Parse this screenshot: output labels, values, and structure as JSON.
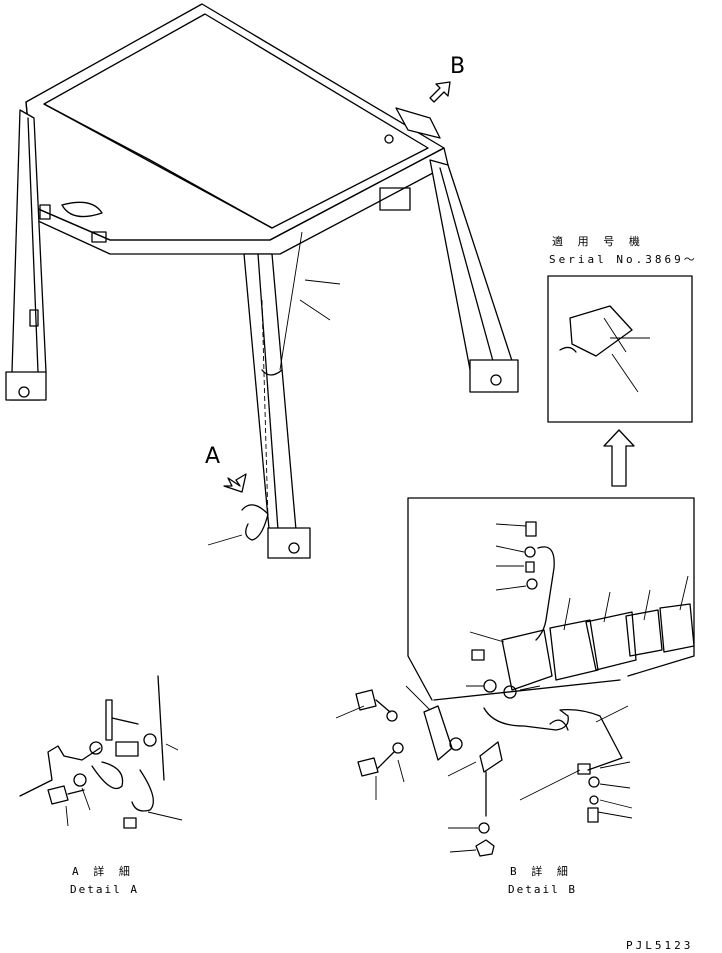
{
  "callouts": {
    "a": "A",
    "b": "B"
  },
  "serial_box": {
    "label_jp": "適 用 号 機",
    "label_en": "Serial No.3869～"
  },
  "detail_a": {
    "jp": "A 詳 細",
    "en": "Detail A"
  },
  "detail_b": {
    "jp": "B 詳 細",
    "en": "Detail B"
  },
  "drawing_code": "PJL5123"
}
